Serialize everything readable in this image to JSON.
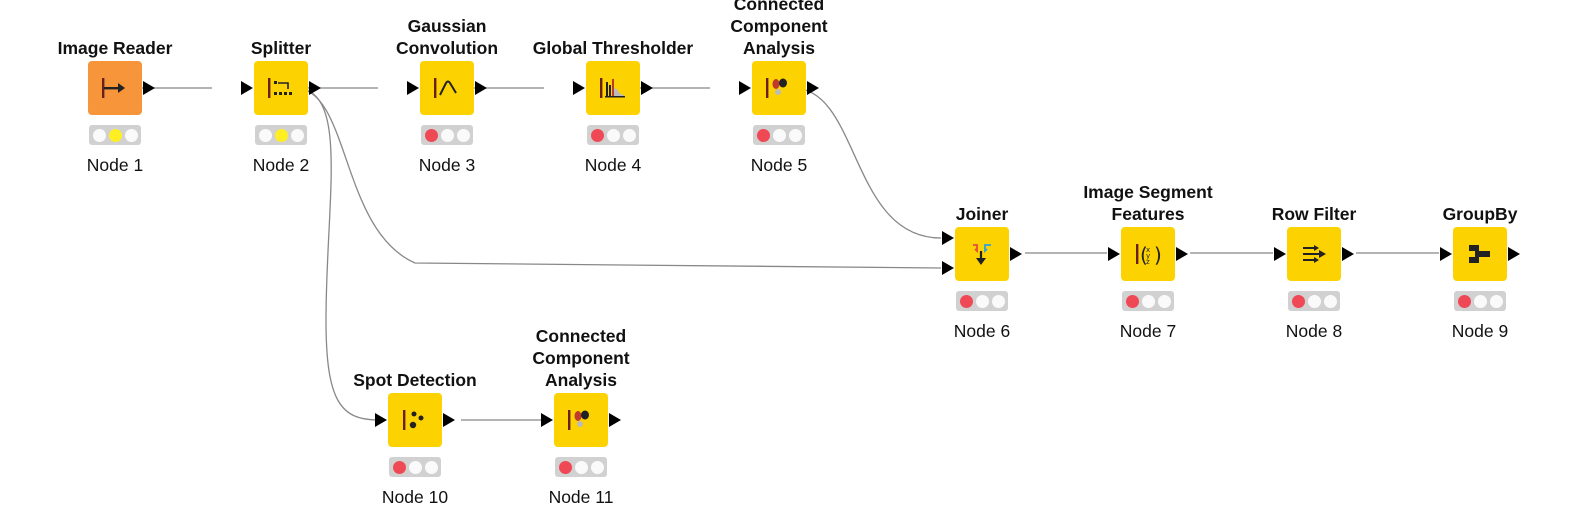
{
  "nodes": [
    {
      "title": "Image Reader",
      "label": "Node 1",
      "state": "configured",
      "icon": "image-reader-icon",
      "color": "#f7953a"
    },
    {
      "title": "Splitter",
      "label": "Node 2",
      "state": "configured",
      "icon": "splitter-icon",
      "color": "#fcd300"
    },
    {
      "title": "Gaussian\nConvolution",
      "label": "Node 3",
      "state": "not-configured",
      "icon": "gaussian-curve-icon",
      "color": "#fcd300"
    },
    {
      "title": "Global Thresholder",
      "label": "Node 4",
      "state": "not-configured",
      "icon": "histogram-threshold-icon",
      "color": "#fcd300"
    },
    {
      "title": "Connected Component\nAnalysis",
      "label": "Node 5",
      "state": "not-configured",
      "icon": "connected-components-icon",
      "color": "#fcd300"
    },
    {
      "title": "Joiner",
      "label": "Node 6",
      "state": "not-configured",
      "icon": "joiner-icon",
      "color": "#fcd300"
    },
    {
      "title": "Image Segment\nFeatures",
      "label": "Node 7",
      "state": "not-configured",
      "icon": "segment-features-icon",
      "color": "#fcd300"
    },
    {
      "title": "Row Filter",
      "label": "Node 8",
      "state": "not-configured",
      "icon": "row-filter-icon",
      "color": "#fcd300"
    },
    {
      "title": "GroupBy",
      "label": "Node 9",
      "state": "not-configured",
      "icon": "groupby-icon",
      "color": "#fcd300"
    },
    {
      "title": "Spot Detection",
      "label": "Node 10",
      "state": "not-configured",
      "icon": "spot-detection-icon",
      "color": "#fcd300"
    },
    {
      "title": "Connected Component\nAnalysis",
      "label": "Node 11",
      "state": "not-configured",
      "icon": "connected-components-icon",
      "color": "#fcd300"
    }
  ],
  "connections": [
    {
      "from": "Node 1",
      "to": "Node 2"
    },
    {
      "from": "Node 2",
      "to": "Node 3"
    },
    {
      "from": "Node 2",
      "to": "Node 6"
    },
    {
      "from": "Node 2",
      "to": "Node 10"
    },
    {
      "from": "Node 3",
      "to": "Node 4"
    },
    {
      "from": "Node 4",
      "to": "Node 5"
    },
    {
      "from": "Node 5",
      "to": "Node 6"
    },
    {
      "from": "Node 6",
      "to": "Node 7"
    },
    {
      "from": "Node 7",
      "to": "Node 8"
    },
    {
      "from": "Node 8",
      "to": "Node 9"
    },
    {
      "from": "Node 10",
      "to": "Node 11"
    }
  ],
  "colors": {
    "node_yellow": "#fcd300",
    "node_orange": "#f7953a",
    "status_red": "#ef4956",
    "status_yellow": "#ffee22",
    "wire": "#888888"
  }
}
